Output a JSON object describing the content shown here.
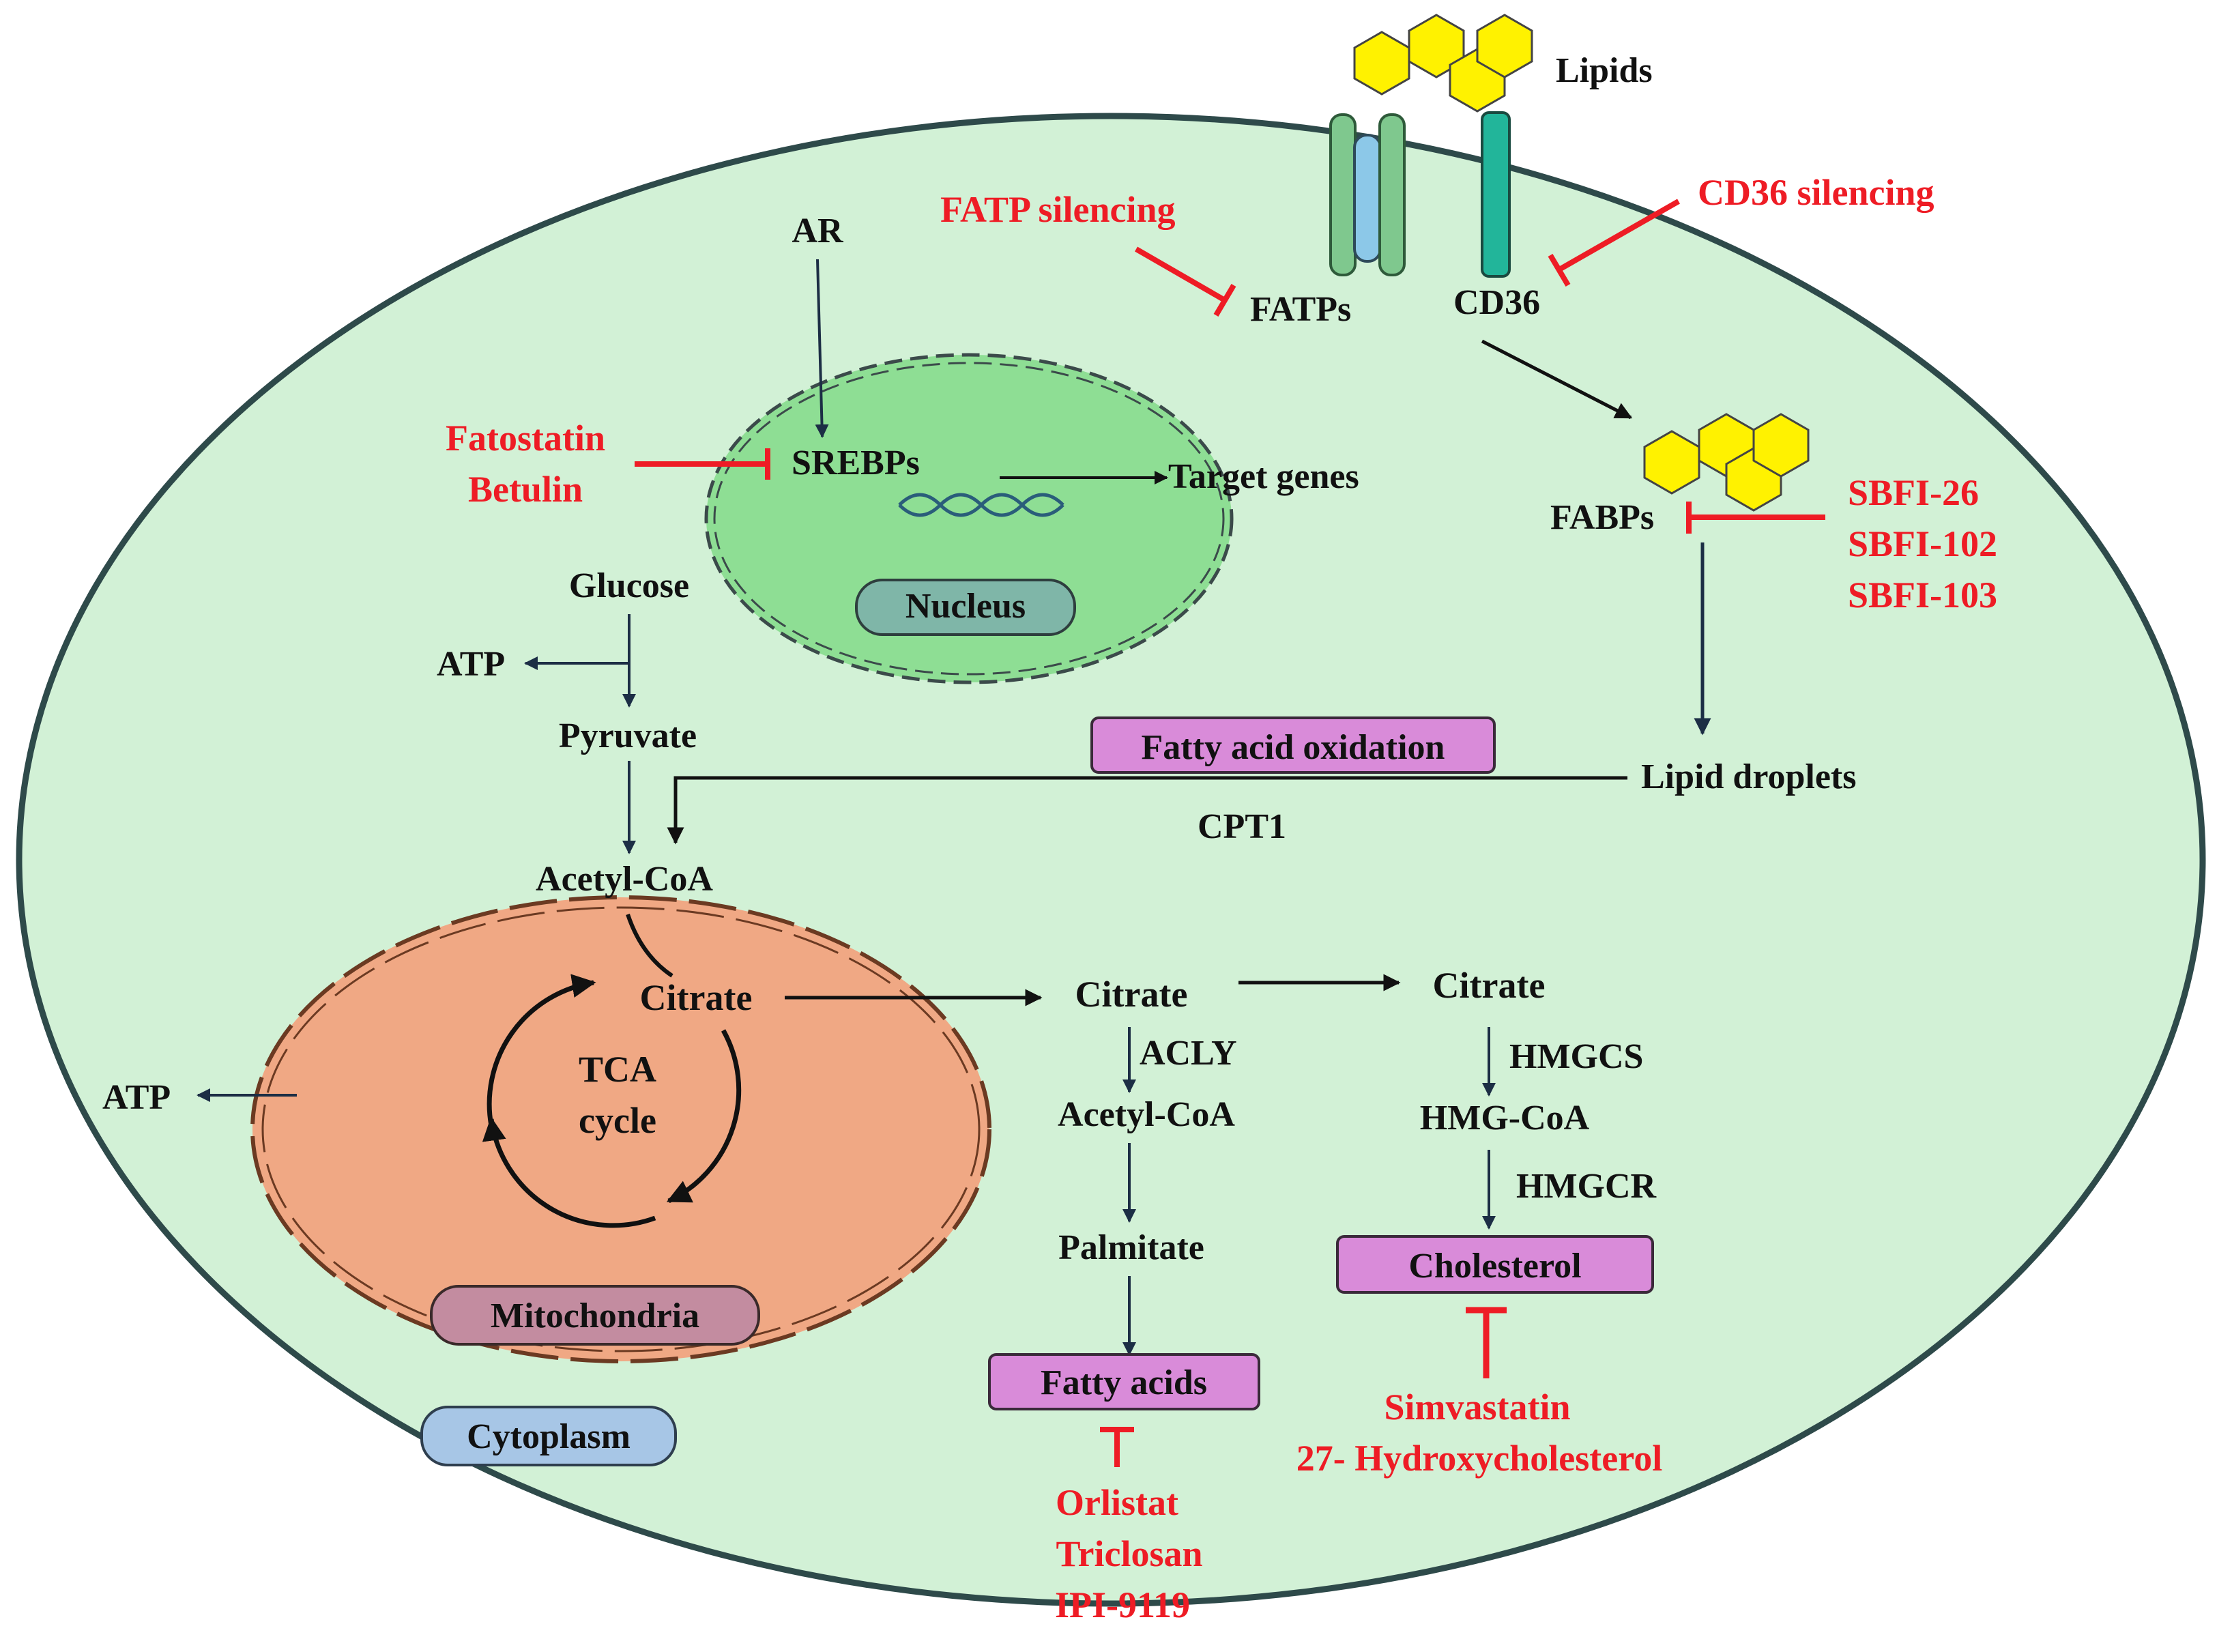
{
  "colors": {
    "cell_fill": "#d2f1d6",
    "cell_stroke": "#2e4a4a",
    "nucleus_fill": "#8ede94",
    "mito_fill": "#f0a884",
    "mito_stroke": "#6b3a22",
    "process_box": "#d98bd9",
    "inhibitor_red": "#ee1c25",
    "lipid_yellow": "#fff200",
    "arrow_dark": "#1c2e45"
  },
  "labels": {
    "lipids": "Lipids",
    "ar": "AR",
    "fatp_silencing": "FATP silencing",
    "fatps": "FATPs",
    "cd36_silencing": "CD36 silencing",
    "cd36": "CD36",
    "fatostatin": "Fatostatin",
    "betulin": "Betulin",
    "srebps": "SREBPs",
    "target_genes": "Target genes",
    "nucleus": "Nucleus",
    "fabps": "FABPs",
    "sbfi26": "SBFI-26",
    "sbfi102": "SBFI-102",
    "sbfi103": "SBFI-103",
    "glucose": "Glucose",
    "atp_top": "ATP",
    "pyruvate": "Pyruvate",
    "fatty_acid_oxidation": "Fatty acid oxidation",
    "lipid_droplets": "Lipid droplets",
    "cpt1": "CPT1",
    "acetyl_coa_top": "Acetyl-CoA",
    "citrate_mito": "Citrate",
    "tca_1": "TCA",
    "tca_2": "cycle",
    "atp_left": "ATP",
    "mitochondria": "Mitochondria",
    "cytoplasm": "Cytoplasm",
    "citrate_mid": "Citrate",
    "acly": "ACLY",
    "acetyl_coa_mid": "Acetyl-CoA",
    "palmitate": "Palmitate",
    "fatty_acids": "Fatty acids",
    "orlistat": "Orlistat",
    "triclosan": "Triclosan",
    "ipi9119": "IPI-9119",
    "citrate_right": "Citrate",
    "hmgcs": "HMGCS",
    "hmg_coa": "HMG-CoA",
    "hmgcr": "HMGCR",
    "cholesterol": "Cholesterol",
    "simvastatin": "Simvastatin",
    "hydroxycholesterol": "27- Hydroxycholesterol"
  }
}
